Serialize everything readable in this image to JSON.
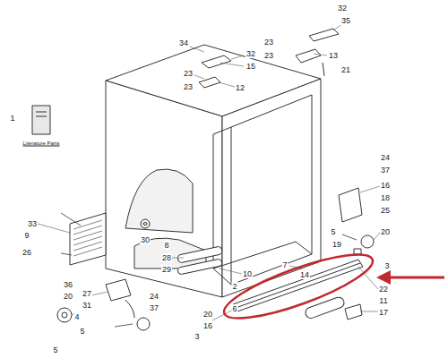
{
  "diagram": {
    "labels": [
      "32",
      "35",
      "34",
      "32",
      "23",
      "23",
      "13",
      "15",
      "21",
      "1",
      "Literature Parts",
      "23",
      "12",
      "23",
      "24",
      "37",
      "16",
      "18",
      "25",
      "20",
      "33",
      "9",
      "26",
      "30",
      "5",
      "19",
      "3",
      "7",
      "14",
      "28",
      "8",
      "29",
      "10",
      "2",
      "36",
      "20",
      "27",
      "31",
      "6",
      "4",
      "24",
      "37",
      "20",
      "16",
      "22",
      "11",
      "17",
      "5",
      "5",
      "3"
    ]
  }
}
